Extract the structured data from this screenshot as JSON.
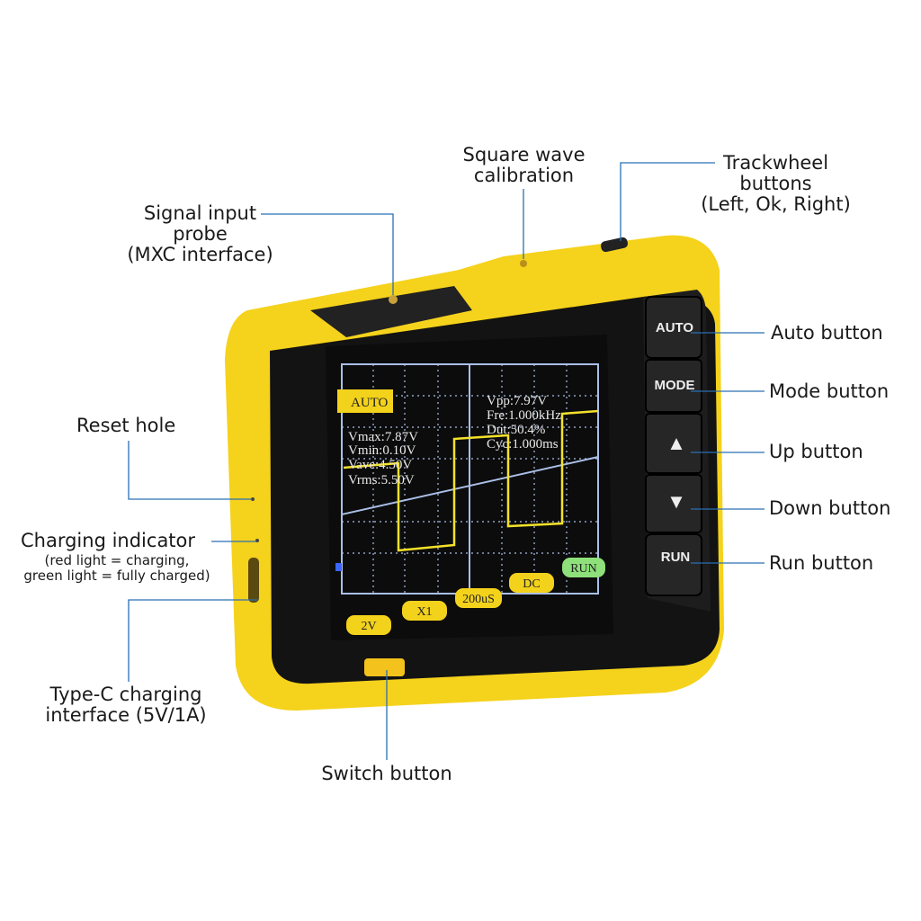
{
  "labels": {
    "square_wave": [
      "Square wave",
      "calibration"
    ],
    "trackwheel": [
      "Trackwheel",
      "buttons",
      "(Left, Ok, Right)"
    ],
    "signal_input": [
      "Signal input",
      "probe",
      "(MXC interface)"
    ],
    "auto": "Auto button",
    "mode": "Mode button",
    "up": "Up button",
    "down": "Down button",
    "run": "Run button",
    "reset": "Reset hole",
    "charging": "Charging indicator",
    "charging_note": [
      "(red light = charging,",
      "green light = fully charged)"
    ],
    "typec": [
      "Type-C charging",
      "interface (5V/1A)"
    ],
    "switch": "Switch button"
  },
  "device": {
    "side_buttons": [
      "AUTO",
      "MODE",
      "▲",
      "▼",
      "RUN"
    ],
    "screen": {
      "mode_badge": "AUTO",
      "left_readings": [
        "Vmax:7.87V",
        "Vmin:0.10V",
        "Vave:4.50V",
        "Vrms:5.50V"
      ],
      "right_readings": [
        "Vpp:7.97V",
        "Fre:1.000kHz",
        "Dut:50.4%",
        "Cyc:1.000ms"
      ],
      "bottom_buttons": [
        "2V",
        "X1",
        "200uS",
        "DC",
        "RUN"
      ]
    },
    "colors": {
      "body": "#f5d21c",
      "face": "#111111",
      "trace": "#f3e12a",
      "grid": "#aabfe8",
      "run": "#8ee07a"
    }
  }
}
